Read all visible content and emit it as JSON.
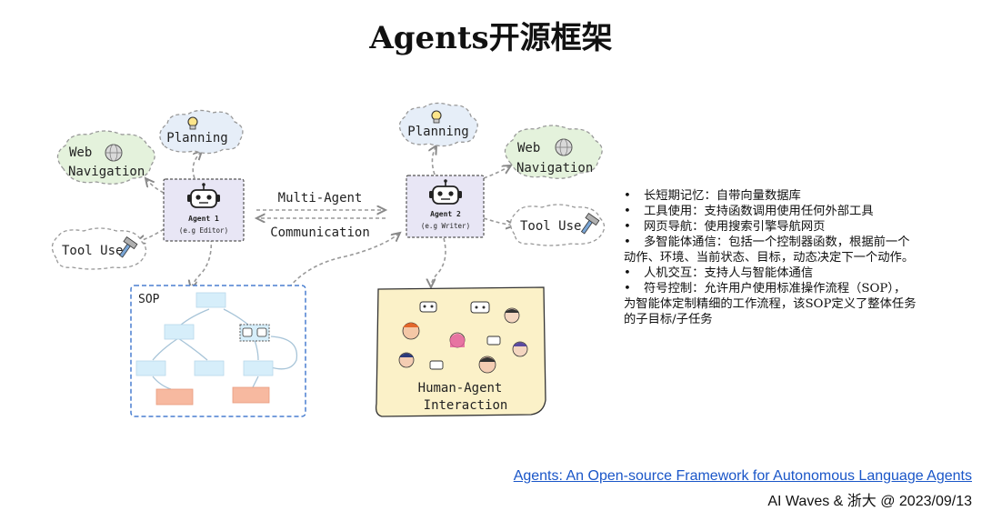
{
  "title": "Agents开源框架",
  "diagram": {
    "agent1": {
      "name": "Agent 1",
      "role": "(e.g Editor)"
    },
    "agent2": {
      "name": "Agent 2",
      "role": "(e.g Writer)"
    },
    "planning_label": "Planning",
    "web_label_line1": "Web",
    "web_label_line2": "Navigation",
    "tool_label": "Tool Use",
    "multi_agent_line1": "Multi-Agent",
    "multi_agent_line2": "Communication",
    "sop_label": "SOP",
    "hai_line1": "Human-Agent",
    "hai_line2": "Interaction"
  },
  "bullets": [
    "长短期记忆：自带向量数据库",
    "工具使用：支持函数调用使用任何外部工具",
    "网页导航：使用搜索引擎导航网页",
    "多智能体通信：包括一个控制器函数，根据前一个动作、环境、当前状态、目标，动态决定下一个动作。",
    "人机交互：支持人与智能体通信",
    "符号控制：允许用户使用标准操作流程（SOP），为智能体定制精细的工作流程，该SOP定义了整体任务的子目标/子任务"
  ],
  "bullet_lines": [
    [
      "长短期记忆：自带向量数据库"
    ],
    [
      "工具使用：支持函数调用使用任何外部工具"
    ],
    [
      "网页导航：使用搜索引擎导航网页"
    ],
    [
      "多智能体通信：包括一个控制器函数，根据前一个",
      "动作、环境、当前状态、目标，动态决定下一个动作。"
    ],
    [
      "人机交互：支持人与智能体通信"
    ],
    [
      "符号控制：允许用户使用标准操作流程（SOP），",
      "为智能体定制精细的工作流程，该SOP定义了整体任务",
      "的子目标/子任务"
    ]
  ],
  "footer": {
    "link_text": "Agents: An Open-source Framework for Autonomous Language Agents",
    "credit": "AI Waves & 浙大 @ 2023/09/13"
  },
  "colors": {
    "agent_box": "#e8e6f5",
    "planning_cloud": "#e6eef8",
    "web_cloud": "#e4f2dc",
    "tool_cloud": "#ffffff",
    "sop_border": "#4a7fd0",
    "sop_node_blue": "#d6eefa",
    "sop_node_orange": "#f7b9a0",
    "hai_box": "#fbf1c8"
  },
  "icons": [
    "robot-icon",
    "lightbulb-icon",
    "globe-icon",
    "hammer-icon",
    "person-avatar-icon"
  ]
}
